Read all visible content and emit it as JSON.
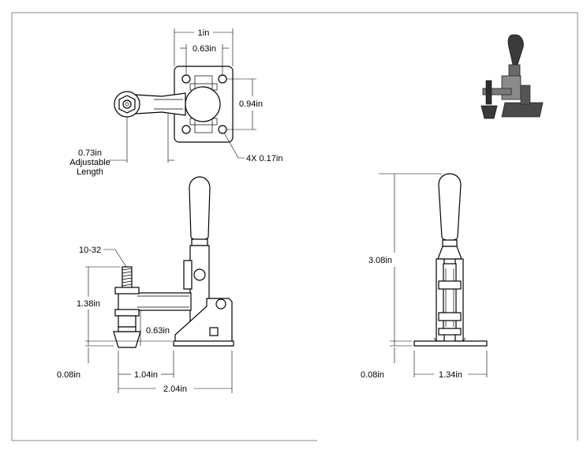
{
  "top_view": {
    "width_overall": "1in",
    "hole_spacing_x": "0.63in",
    "hole_spacing_y": "0.94in",
    "adjustable_value": "0.73in",
    "adjustable_line1": "Adjustable",
    "adjustable_line2": "Length",
    "holes_note": "4X 0.17in"
  },
  "side_view": {
    "thread": "10-32",
    "spindle_height": "1.38in",
    "base_to_center": "0.63in",
    "base_thickness": "0.08in",
    "spindle_offset": "1.04in",
    "overall_length": "2.04in"
  },
  "front_view": {
    "overall_height": "3.08in",
    "base_thickness": "0.08in",
    "base_width": "1.34in"
  },
  "colors": {
    "line": "#000000",
    "frame": "#8a8a8a",
    "iso_dark": "#3a3a3a",
    "iso_mid": "#7a7a7a"
  }
}
